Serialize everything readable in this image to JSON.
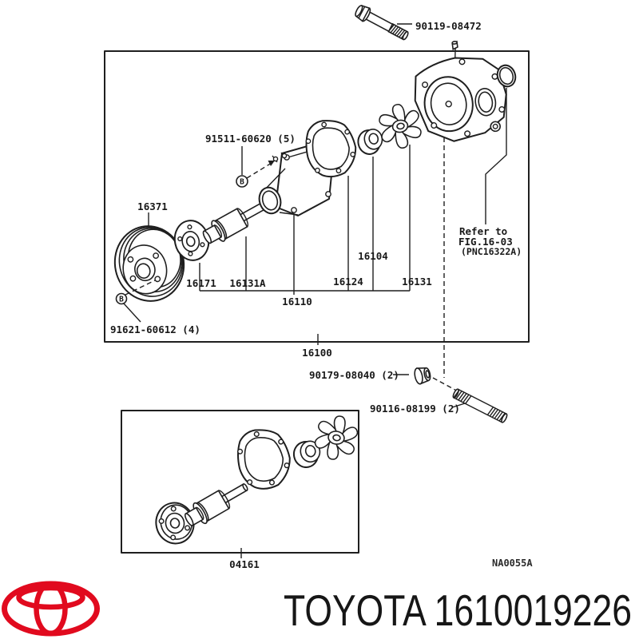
{
  "part_diagram": {
    "labels": {
      "top_bolt": "90119-08472",
      "stud_set": "91511-60620 (5)",
      "pulley": "16371",
      "hub_flange": "16171",
      "bearing": "16131A",
      "pump_assembly": "16110",
      "gasket": "16124",
      "seal": "16104",
      "impeller": "16131",
      "main_group": "16100",
      "pulley_bolts": "91621-60612 (4)",
      "nut": "90179-08040 (2)",
      "stud_bolt": "90116-08199 (2)",
      "repair_kit": "04161",
      "marker_b": "B"
    },
    "refer_note": {
      "line1": "Refer to",
      "line2": "FIG.16-03",
      "line3": "(PNC16322A)"
    },
    "drawing_code": "NA0055A"
  },
  "footer": {
    "brand_logo": "toyota-logo",
    "caption": "TOYOTA 1610019226"
  },
  "colors": {
    "line": "#1f1f1f",
    "brand_red": "#e10a1e",
    "background": "#ffffff"
  }
}
